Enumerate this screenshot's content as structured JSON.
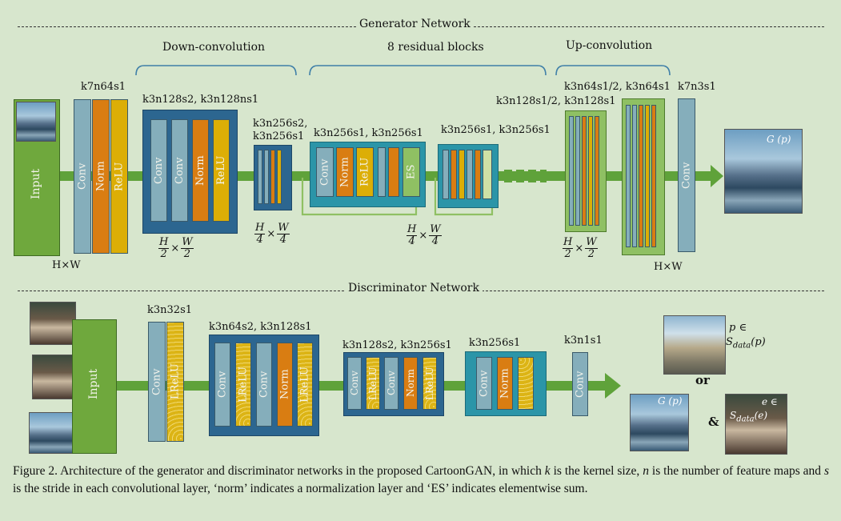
{
  "generator": {
    "title": "Generator Network",
    "down_label": "Down-convolution",
    "res_label": "8 residual blocks",
    "up_label": "Up-convolution",
    "input_text": "Input",
    "input_size": "H×W",
    "output_size": "H×W",
    "output_label": "G (p)",
    "k7n64s1": "k7n64s1",
    "k3n128s2": "k3n128s2, k3n128ns1",
    "k3n256s2_a": "k3n256s2,",
    "k3n256s2_b": "k3n256s1",
    "res1": "k3n256s1,  k3n256s1",
    "res2": "k3n256s1,  k3n256s1",
    "up1": "k3n128s1/2, k3n128s1",
    "up2": "k3n64s1/2, k3n64s1",
    "k7n3s1": "k7n3s1",
    "frac_h2": "H",
    "frac_2": "2",
    "frac_w2": "W",
    "frac_h4": "H",
    "frac_4": "4",
    "frac_w4": "W",
    "times": "×"
  },
  "discriminator": {
    "title": "Discriminator Network",
    "input_text": "Input",
    "k3n32s1": "k3n32s1",
    "k3n64s2": "k3n64s2, k3n128s1",
    "k3n128s2": "k3n128s2, k3n256s1",
    "k3n256s1": "k3n256s1",
    "k3n1s1": "k3n1s1",
    "or": "or",
    "amp": "&",
    "sdata_p_1": "p ∈",
    "sdata_p_2": "S",
    "sdata_p_sub": "data",
    "sdata_p_3": "(p)",
    "gp": "G (p)",
    "sdata_e_1": "e ∈",
    "sdata_e_2": "S",
    "sdata_e_sub": "data",
    "sdata_e_3": "(e)"
  },
  "layers": {
    "conv": "Conv",
    "norm": "Norm",
    "relu": "ReLU",
    "lrelu": "LReLU",
    "es": "ES"
  },
  "caption": {
    "p1": "Figure 2. Architecture of the generator and discriminator networks in the proposed CartoonGAN, in which ",
    "k": "k",
    "p2": " is the kernel size, ",
    "n": "n",
    "p3": " is the number of feature maps and ",
    "s": "s",
    "p4": " is the stride in each convolutional layer, ‘norm’ indicates a normalization layer and ‘ES’ indicates elementwise sum."
  },
  "colors": {
    "background": "#d7e6cd",
    "flow_arrow": "#5fa23a",
    "conv": "#85aebb",
    "norm": "#d97d12",
    "relu": "#dcae06",
    "block_blue": "#2c6690",
    "block_teal": "#2b95a8",
    "block_green": "#8fc063"
  }
}
